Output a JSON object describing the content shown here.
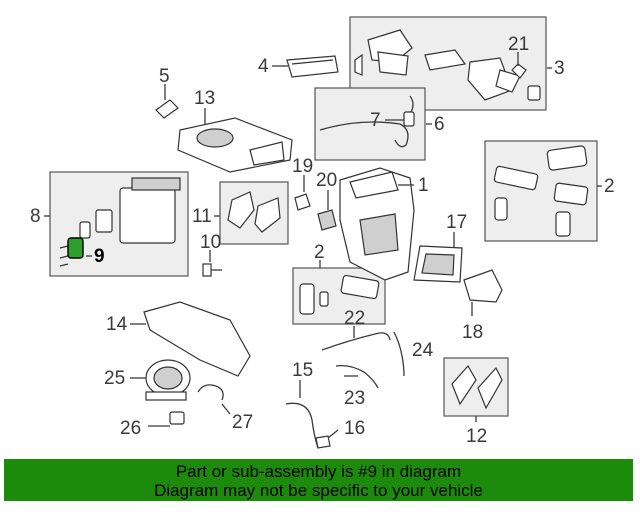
{
  "diagram": {
    "callouts": [
      "1",
      "2",
      "3",
      "4",
      "5",
      "6",
      "7",
      "8",
      "9",
      "10",
      "11",
      "12",
      "13",
      "14",
      "15",
      "16",
      "17",
      "18",
      "19",
      "20",
      "21",
      "22",
      "23",
      "24",
      "25",
      "26",
      "27",
      "2"
    ],
    "highlighted_part": "9",
    "highlight_color": "#2e9e2e",
    "banner_color": "#1c8a0a"
  },
  "banner": {
    "line1": "Part or sub-assembly is #9 in diagram",
    "line2": "Diagram may not be specific to your vehicle"
  }
}
